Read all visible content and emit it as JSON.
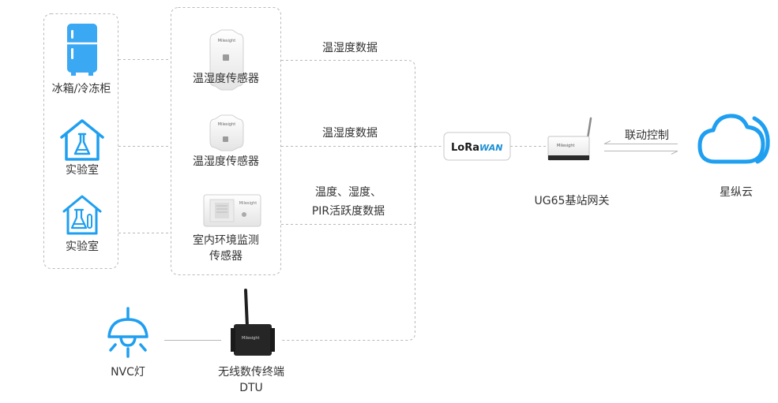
{
  "colors": {
    "accent_blue": "#1f9ff0",
    "line_gray": "#b8b8b8",
    "text": "#333333",
    "lorawan_blue": "#1b8fd4"
  },
  "left_group": {
    "items": [
      {
        "label": "冰箱/冷冻柜",
        "icon": "refrigerator-icon"
      },
      {
        "label": "实验室",
        "icon": "laboratory-house-icon"
      },
      {
        "label": "实验室",
        "icon": "laboratory-house-icon"
      }
    ]
  },
  "sensor_group": {
    "items": [
      {
        "label": "温湿度传感器",
        "icon": "temperature-humidity-sensor-device"
      },
      {
        "label": "温湿度传感器",
        "icon": "temperature-humidity-sensor-device"
      },
      {
        "label_line1": "室内环境监测",
        "label_line2": "传感器",
        "icon": "indoor-environment-sensor-device"
      }
    ]
  },
  "data_labels": {
    "label1": "温湿度数据",
    "label2": "温湿度数据",
    "label3_line1": "温度、湿度、",
    "label3_line2": "PIR活跃度数据"
  },
  "lorawan_badge": {
    "text_lo": "LoRa",
    "text_wan": "WAN"
  },
  "gateway": {
    "label": "UG65基站网关",
    "brand": "Milesight"
  },
  "control_label": "联动控制",
  "cloud": {
    "label": "星纵云",
    "icon": "cloud-icon"
  },
  "dtu": {
    "label_line1": "无线数传终端",
    "label_line2": "DTU",
    "brand": "Milesight"
  },
  "lamp": {
    "label": "NVC灯",
    "icon": "pendant-lamp-icon"
  },
  "sensor_brand": "Milesight"
}
